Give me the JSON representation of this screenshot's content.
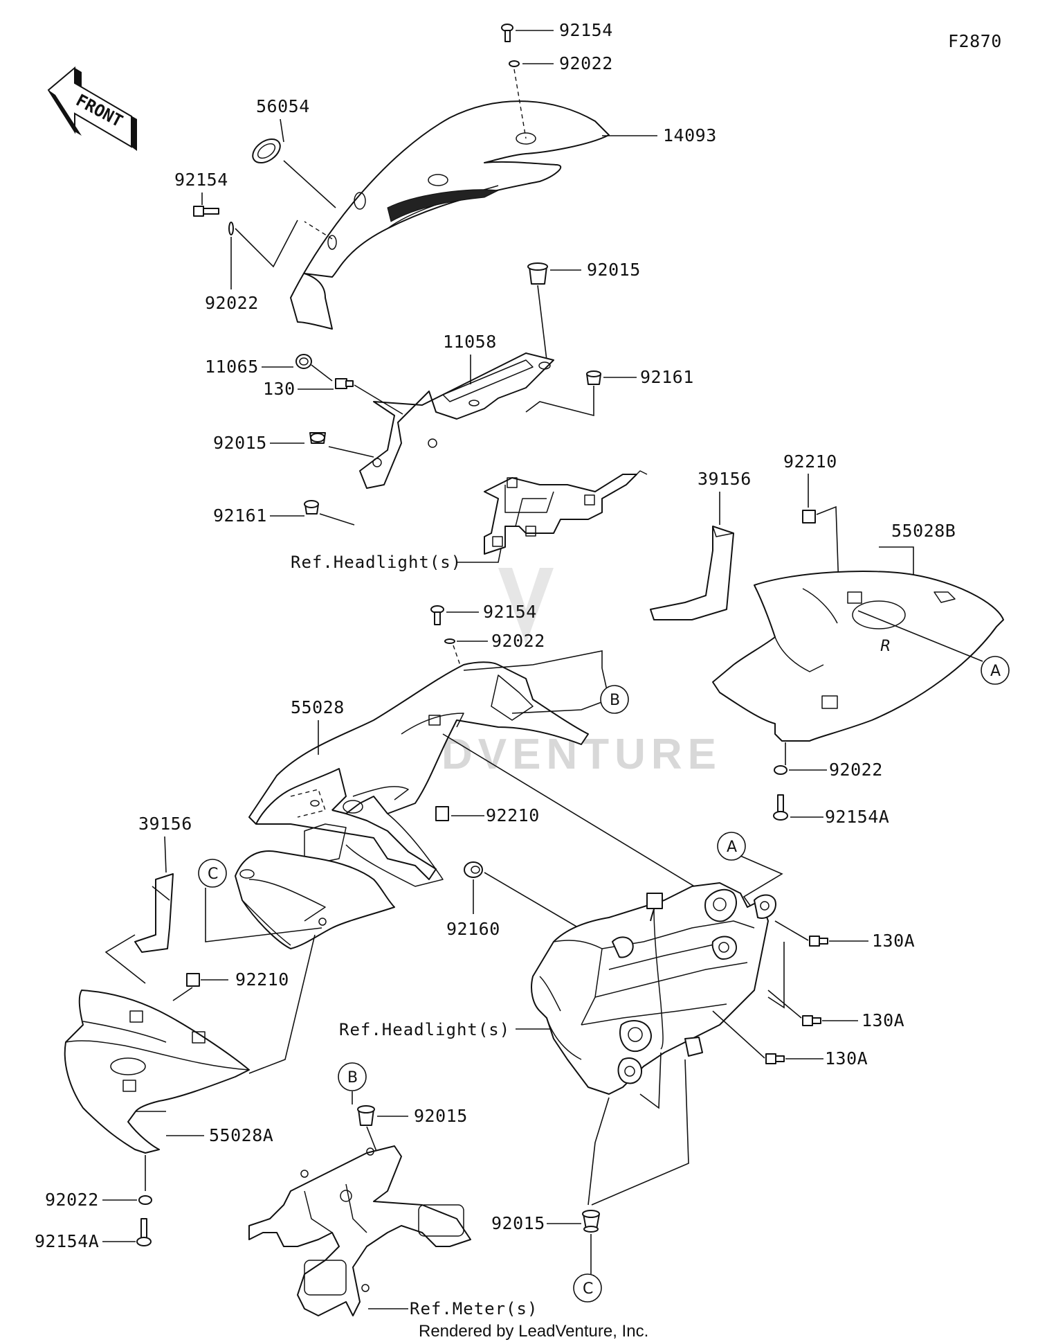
{
  "diagram_code": "F2870",
  "front_indicator": "FRONT",
  "watermark": "LEADVENTURE",
  "footer": "Rendered by LeadVenture, Inc.",
  "labels": {
    "p92154_top": "92154",
    "p92022_top": "92022",
    "p14093": "14093",
    "p56054": "56054",
    "p92154_left": "92154",
    "p92022_left": "92022",
    "p92015_top": "92015",
    "p11058": "11058",
    "p11065": "11065",
    "p130": "130",
    "p92161_right": "92161",
    "p92015_mid": "92015",
    "p92161_left": "92161",
    "ref_headlight_top": "Ref.Headlight(s)",
    "p39156_right": "39156",
    "p92210_right": "92210",
    "p55028B": "55028B",
    "p92154_center": "92154",
    "p92022_center": "92022",
    "p55028": "55028",
    "p92022_right": "92022",
    "p92154A_right": "92154A",
    "p92210_center": "92210",
    "p39156_left": "39156",
    "p92160": "92160",
    "p92210_left": "92210",
    "p130A_1": "130A",
    "p130A_2": "130A",
    "p130A_3": "130A",
    "ref_headlight_bottom": "Ref.Headlight(s)",
    "p92015_b": "92015",
    "p55028A": "55028A",
    "p92022_left_bottom": "92022",
    "p92154A_left": "92154A",
    "p92015_bottom": "92015",
    "ref_meter": "Ref.Meter(s)"
  },
  "callouts": {
    "a_right": "A",
    "a_headlight": "A",
    "b_center": "B",
    "b_bottom": "B",
    "c_left": "C",
    "c_bottom": "C"
  }
}
